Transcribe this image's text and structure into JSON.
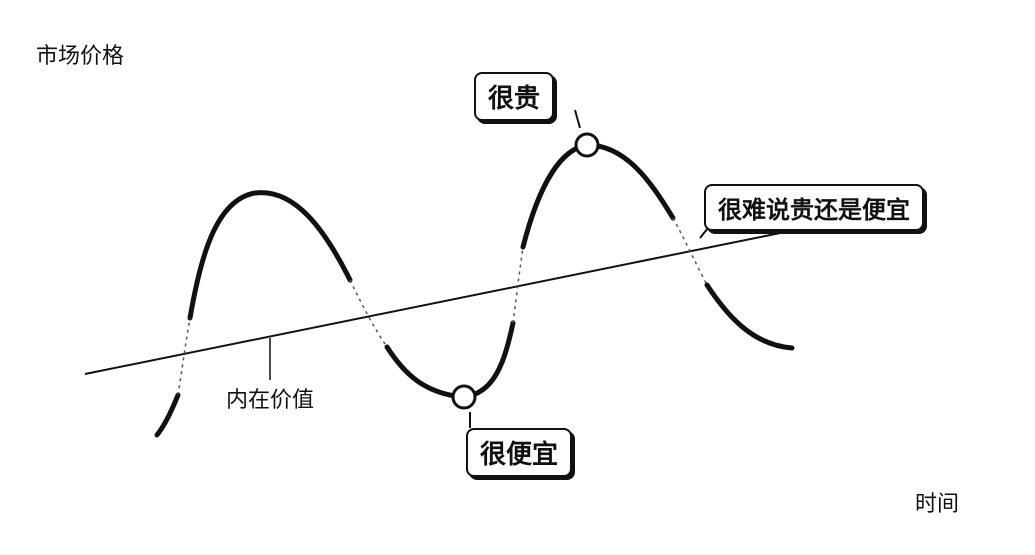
{
  "axes": {
    "y_label": "市场价格",
    "x_label": "时间"
  },
  "intrinsic_value_label": "内在价值",
  "callouts": {
    "expensive": "很贵",
    "cheap": "很便宜",
    "unclear": "很难说贵还是便宜"
  },
  "colors": {
    "line": "#111111",
    "marker_fill": "#ffffff"
  }
}
